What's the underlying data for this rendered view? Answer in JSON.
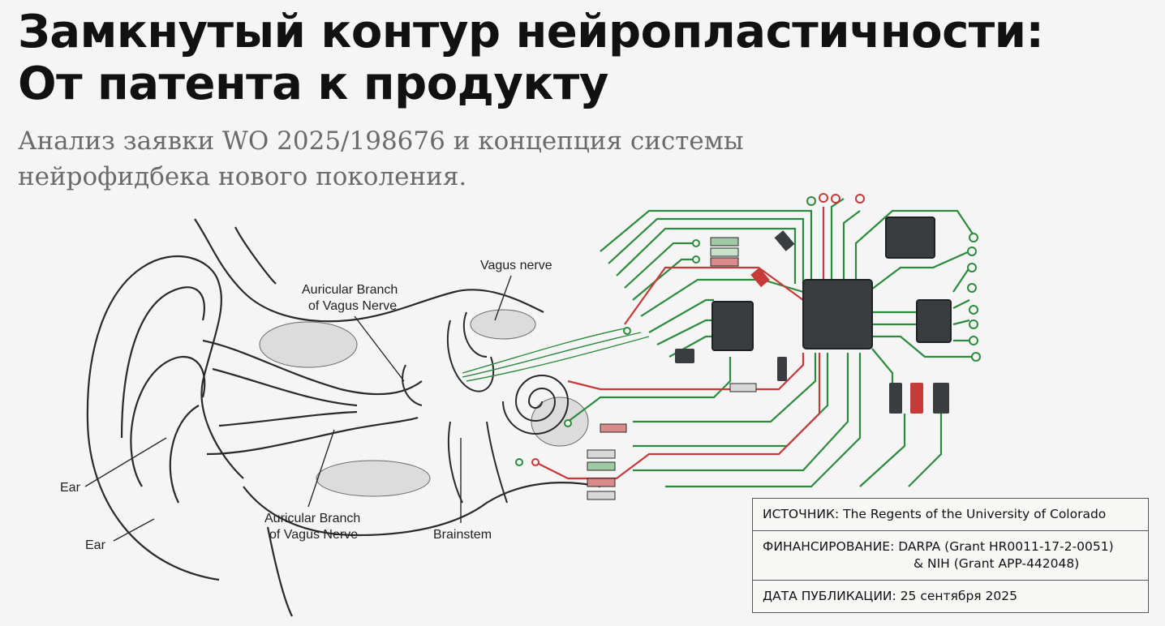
{
  "title": {
    "line1": "Замкнутый контур нейропластичности:",
    "line2": "От патента к продукту"
  },
  "subtitle": {
    "line1": "Анализ заявки WO 2025/198676 и концепция системы",
    "line2": "нейрофидбека нового поколения."
  },
  "illustration": {
    "labels": {
      "vagus_nerve": "Vagus nerve",
      "auricular_top_1": "Auricular Branch",
      "auricular_top_2": "of Vagus Nerve",
      "auricular_bottom_1": "Auricular Branch",
      "auricular_bottom_2": "of Vagus Nerve",
      "ear_1": "Ear",
      "ear_2": "Ear",
      "brainstem": "Brainstem"
    },
    "colors": {
      "trace_green": "#2e8b3e",
      "trace_red": "#c83a3a",
      "chip": "#3a3d40"
    }
  },
  "info": {
    "source_label": "ИСТОЧНИК:",
    "source_value": "The Regents of the University of Colorado",
    "funding_label": "ФИНАНСИРОВАНИЕ:",
    "funding_value_1": "DARPA (Grant HR0011-17-2-0051)",
    "funding_value_2": "& NIH (Grant APP-442048)",
    "date_label": "ДАТА ПУБЛИКАЦИИ:",
    "date_value": "25 сентября 2025"
  }
}
